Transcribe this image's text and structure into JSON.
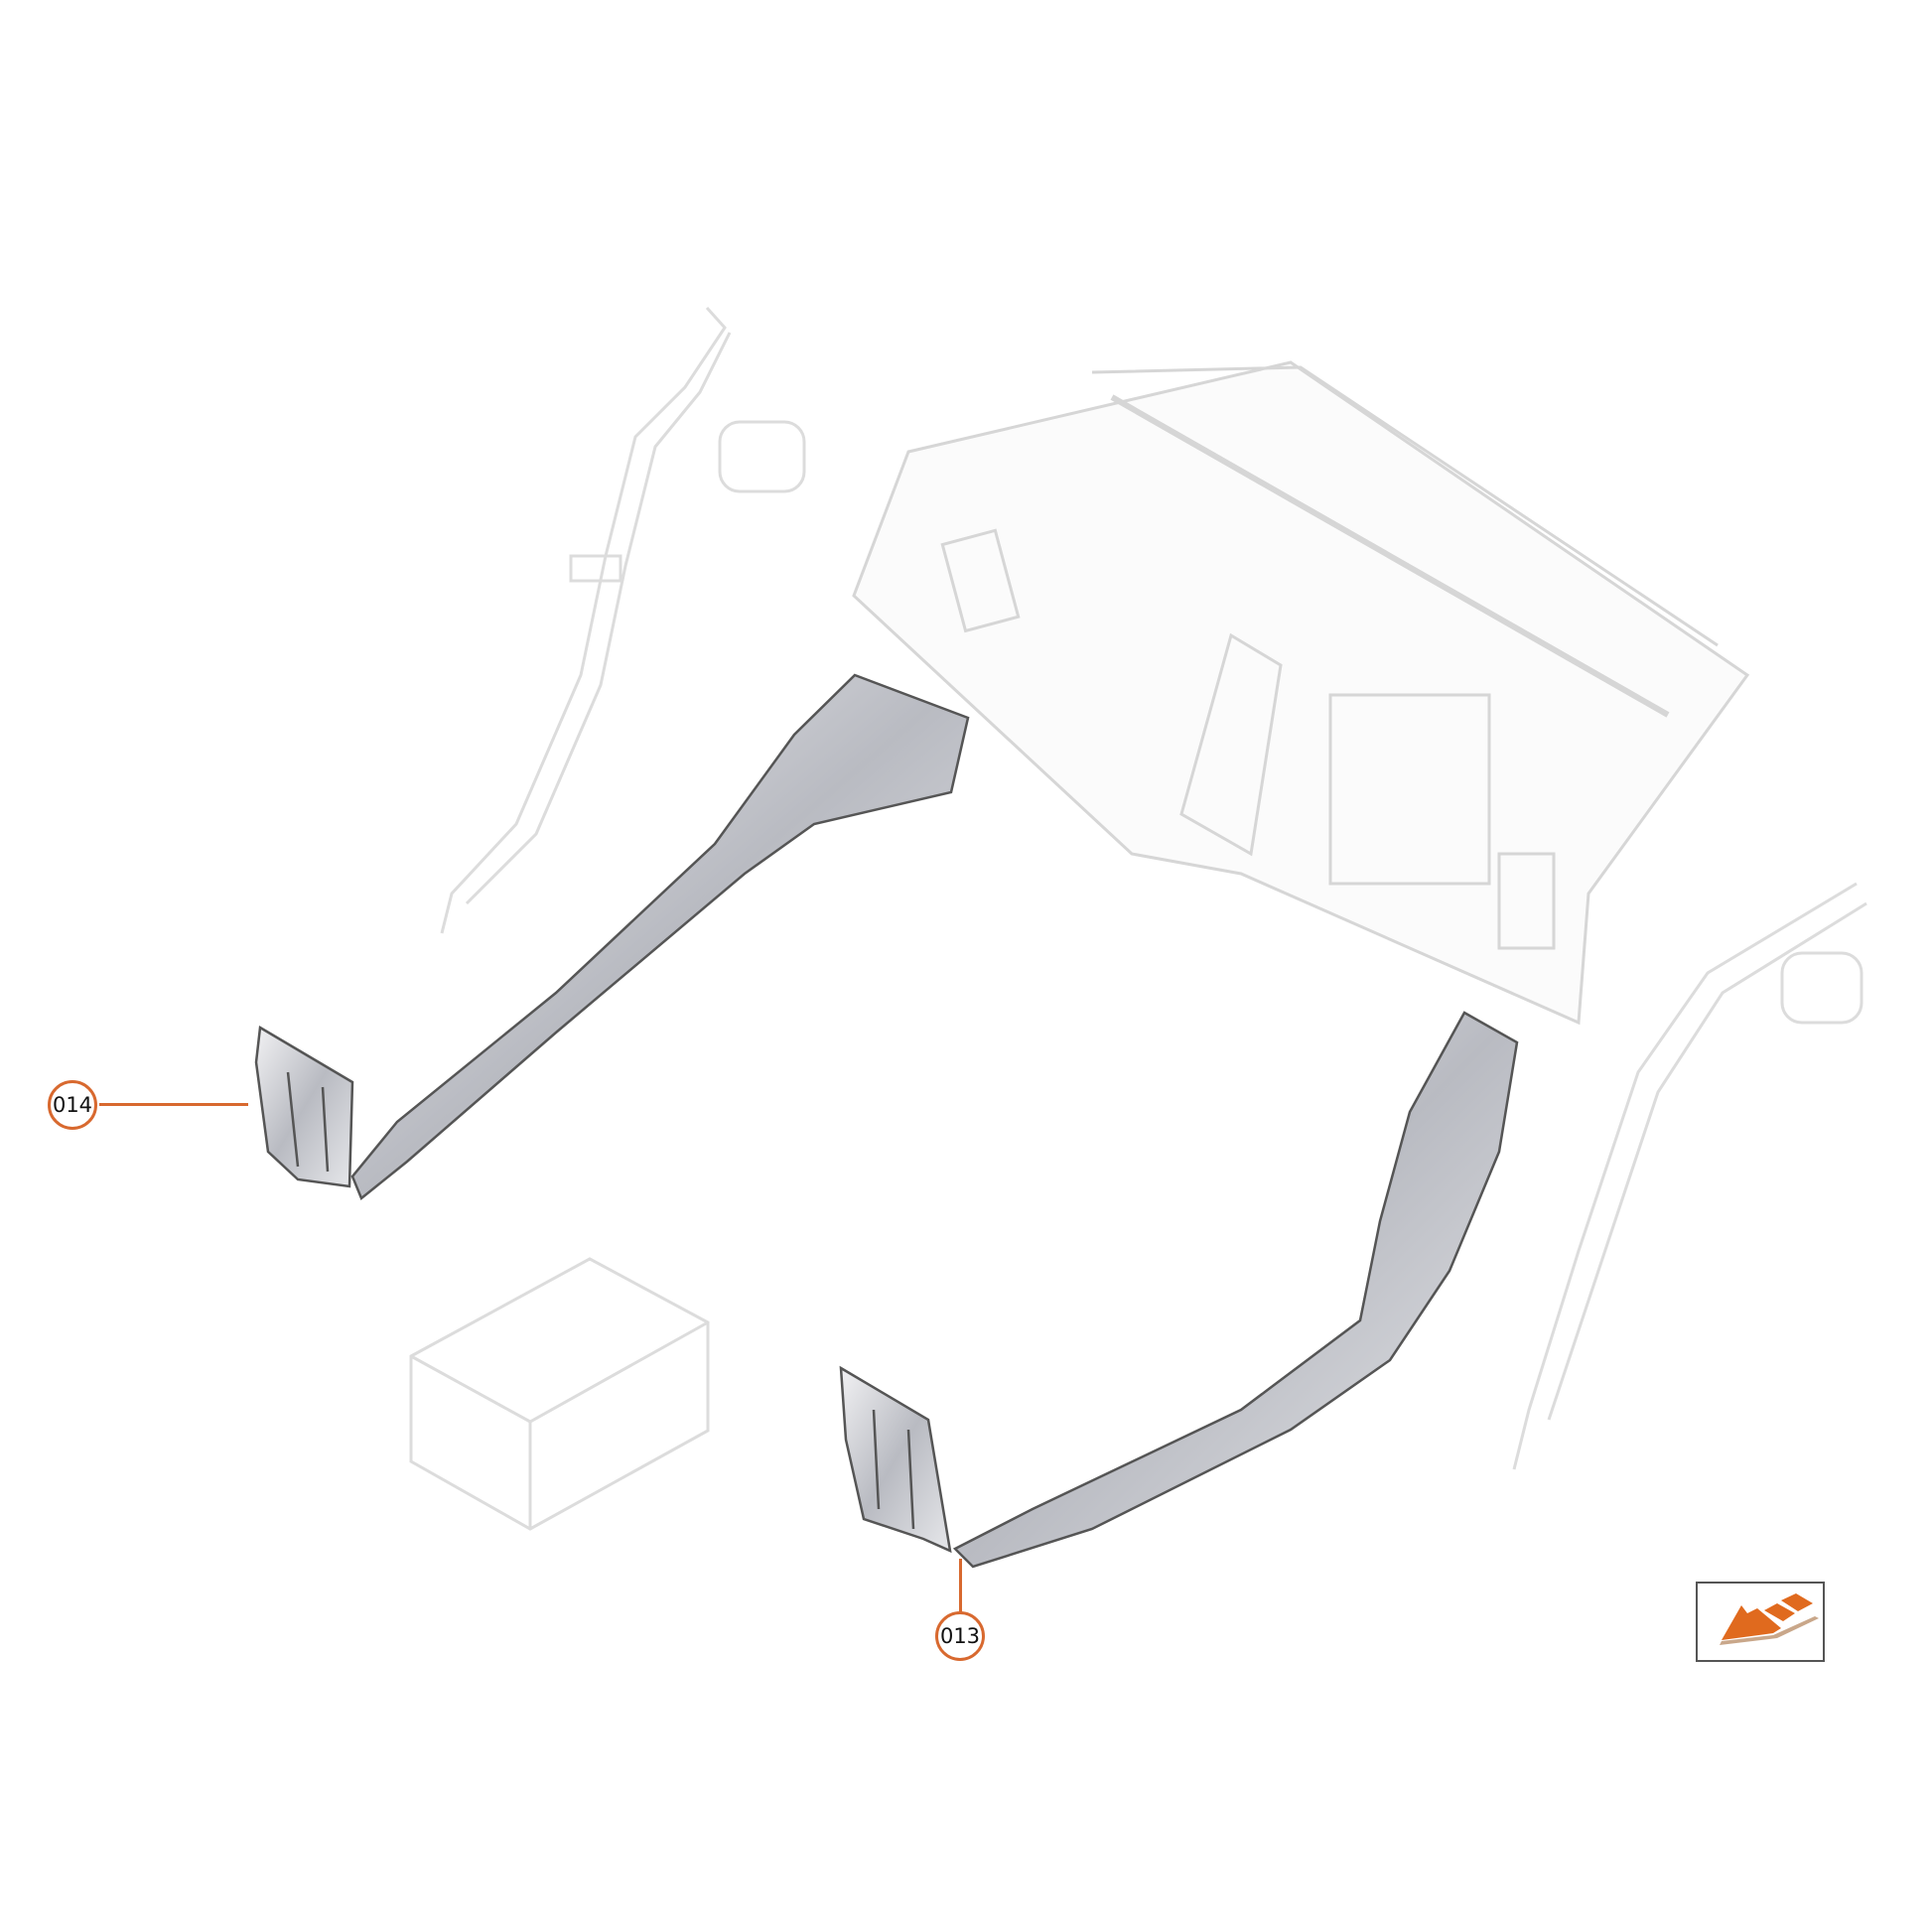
{
  "diagram": {
    "callouts": [
      {
        "id": "014",
        "label": "014"
      },
      {
        "id": "013",
        "label": "013"
      }
    ],
    "colors": {
      "accent": "#d8692f",
      "part": "#9a9ca3",
      "context": "#d9d9d9"
    },
    "navigation_icon": "orange-arrow-direction-icon"
  }
}
